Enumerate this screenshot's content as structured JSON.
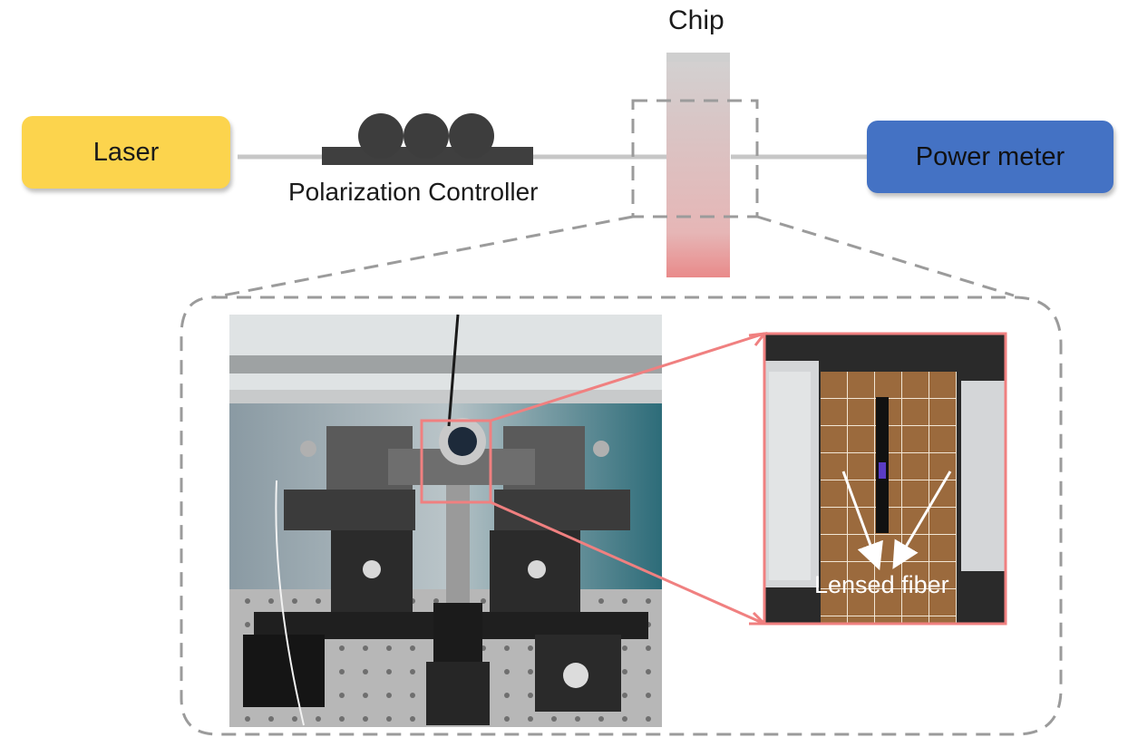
{
  "chip_label": "Chip",
  "laser": {
    "label": "Laser",
    "color": "#fcd44d"
  },
  "power_meter": {
    "label": "Power meter",
    "color": "#4472c4"
  },
  "polarization_controller": {
    "label": "Polarization Controller",
    "paddle_count": 3
  },
  "inset": {
    "label": "Lensed fiber"
  },
  "colors": {
    "fiber": "#c7c7c7",
    "dash": "#9b9b9b",
    "highlight": "#f08080",
    "chip_bottom": "#e98a8a"
  },
  "icons": [
    "laser-source",
    "polarization-paddle",
    "chip-waveguide",
    "power-meter",
    "lensed-fiber-arrow"
  ]
}
